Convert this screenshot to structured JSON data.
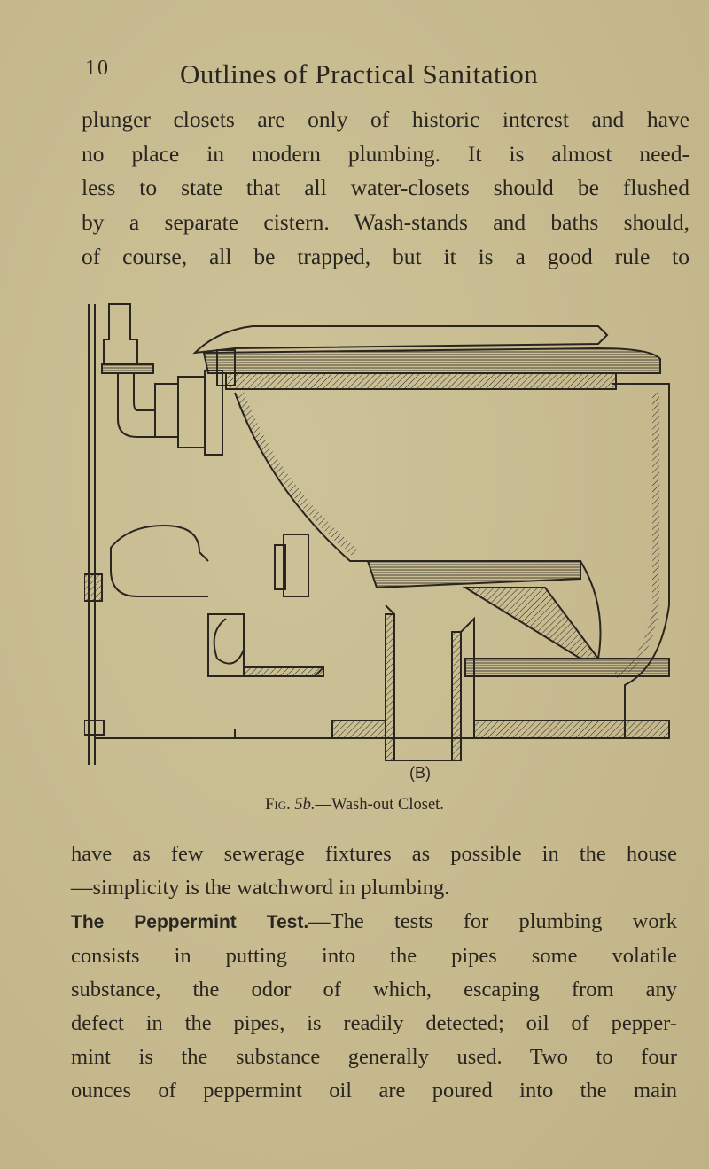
{
  "header": {
    "page_number": "10",
    "running_title": "Outlines of Practical Sanitation"
  },
  "top_lines": [
    "plunger closets are only of historic interest and have",
    "no place in modern plumbing. It is almost need-",
    "less to state that all water-closets should be flushed",
    "by a separate cistern. Wash-stands and baths should,",
    "of course, all be trapped, but it is a good rule to"
  ],
  "figure": {
    "label": "(B)",
    "caption_prefix": "Fig.",
    "caption_number": "5b.",
    "caption_text": "—Wash-out Closet."
  },
  "bottom": {
    "line1": "have as few sewerage fixtures as possible in the house",
    "line2": "—simplicity is the watchword in plumbing.",
    "heading": "The Peppermint Test.",
    "line3_rest": "—The tests for plumbing work",
    "lines": [
      "consists in putting into the pipes some volatile",
      "substance, the odor of which, escaping from any",
      "defect in the pipes, is readily detected; oil of pepper-",
      "mint is the substance generally used. Two to four",
      "ounces of peppermint oil are poured into the main"
    ]
  }
}
